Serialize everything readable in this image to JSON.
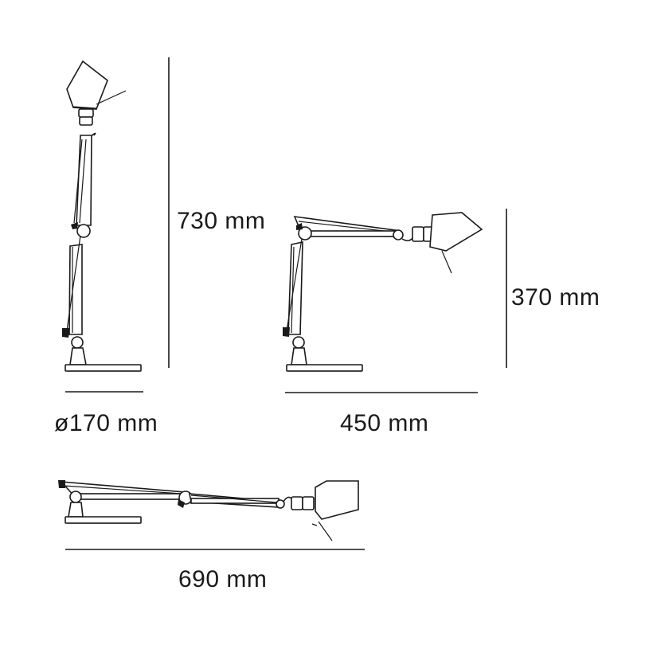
{
  "dimensions": {
    "height_upright": "730 mm",
    "height_extended": "370 mm",
    "base_diameter": "ø170 mm",
    "reach_extended": "450 mm",
    "reach_horizontal": "690 mm"
  },
  "colors": {
    "line": "#1a1a1a",
    "background": "#ffffff"
  }
}
